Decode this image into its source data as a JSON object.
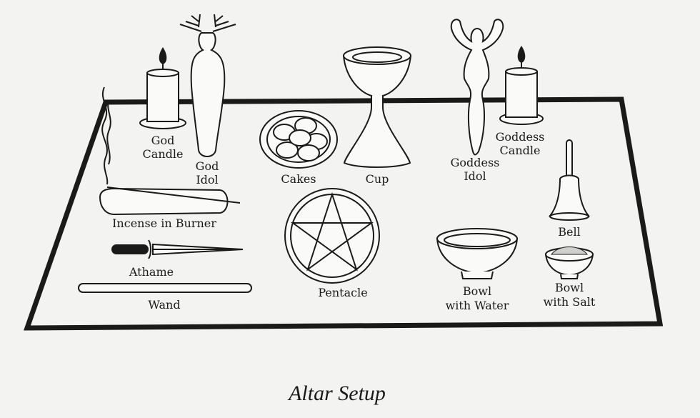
{
  "caption": "Altar Setup",
  "items": {
    "god_candle": [
      "God",
      "Candle"
    ],
    "god_idol": [
      "God",
      "Idol"
    ],
    "cakes": "Cakes",
    "cup": "Cup",
    "goddess_idol": [
      "Goddess",
      "Idol"
    ],
    "goddess_candle": [
      "Goddess",
      "Candle"
    ],
    "incense": "Incense in Burner",
    "athame": "Athame",
    "wand": "Wand",
    "pentacle": "Pentacle",
    "bowl_water": [
      "Bowl",
      "with Water"
    ],
    "bell": "Bell",
    "bowl_salt": [
      "Bowl",
      "with Salt"
    ]
  }
}
